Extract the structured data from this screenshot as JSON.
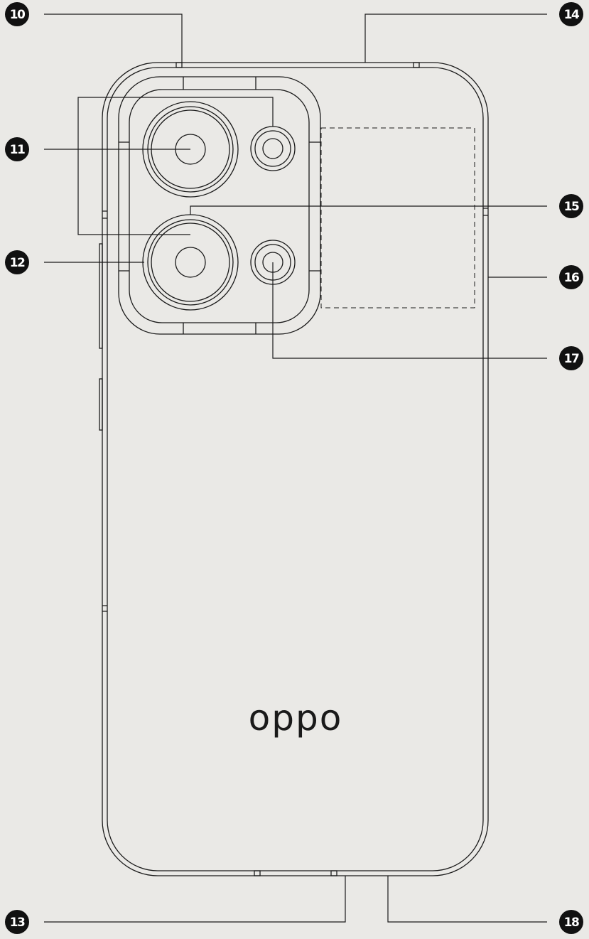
{
  "colors": {
    "background": "#eae9e6",
    "line": "#1a1a1a",
    "badge_fill": "#111111",
    "badge_text": "#ffffff"
  },
  "logo": {
    "text": "oppo"
  },
  "callouts": [
    {
      "id": "10",
      "label": "10"
    },
    {
      "id": "11",
      "label": "11"
    },
    {
      "id": "12",
      "label": "12"
    },
    {
      "id": "13",
      "label": "13"
    },
    {
      "id": "14",
      "label": "14"
    },
    {
      "id": "15",
      "label": "15"
    },
    {
      "id": "16",
      "label": "16"
    },
    {
      "id": "17",
      "label": "17"
    },
    {
      "id": "18",
      "label": "18"
    }
  ]
}
